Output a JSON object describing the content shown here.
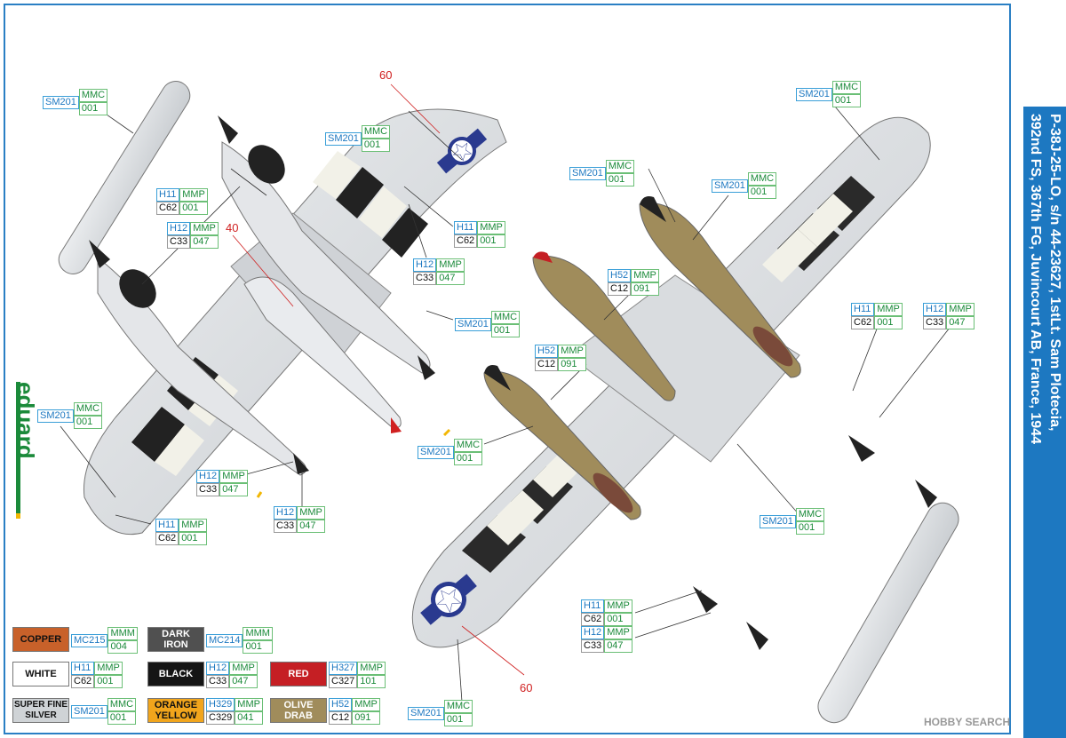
{
  "title": {
    "line1": "P-38J-25-LO, s/n 44-23627, 1stLt. Sam Plotecia,",
    "line2": "392nd FS, 367th FG, Juvincourt AB, France, 1944"
  },
  "brand": "eduard",
  "watermark": "HOBBY SEARCH",
  "callout_numbers": {
    "n40": "40",
    "n60a": "60",
    "n60b": "60"
  },
  "callouts": [
    {
      "id": "c1",
      "a": "SM201",
      "b": "MMC",
      "c": "001"
    },
    {
      "id": "c2",
      "a": "SM201",
      "b": "MMC",
      "c": "001"
    },
    {
      "id": "c3",
      "a": "H11",
      "b": "MMP",
      "c1": "C62",
      "c": "001"
    },
    {
      "id": "c4",
      "a": "H12",
      "b": "MMP",
      "c1": "C33",
      "c": "047"
    },
    {
      "id": "c5",
      "a": "H11",
      "b": "MMP",
      "c1": "C62",
      "c": "001"
    },
    {
      "id": "c6",
      "a": "H12",
      "b": "MMP",
      "c1": "C33",
      "c": "047"
    },
    {
      "id": "c7",
      "a": "SM201",
      "b": "MMC",
      "c": "001"
    },
    {
      "id": "c8",
      "a": "SM201",
      "b": "MMC",
      "c": "001"
    },
    {
      "id": "c9",
      "a": "H12",
      "b": "MMP",
      "c1": "C33",
      "c": "047"
    },
    {
      "id": "c10",
      "a": "H11",
      "b": "MMP",
      "c1": "C62",
      "c": "001"
    },
    {
      "id": "c11",
      "a": "H12",
      "b": "MMP",
      "c1": "C33",
      "c": "047"
    },
    {
      "id": "c12",
      "a": "SM201",
      "b": "MMC",
      "c": "001"
    },
    {
      "id": "c13",
      "a": "SM201",
      "b": "MMC",
      "c": "001"
    },
    {
      "id": "c14",
      "a": "SM201",
      "b": "MMC",
      "c": "001"
    },
    {
      "id": "c15",
      "a": "H52",
      "b": "MMP",
      "c1": "C12",
      "c": "091"
    },
    {
      "id": "c16",
      "a": "H52",
      "b": "MMP",
      "c1": "C12",
      "c": "091"
    },
    {
      "id": "c17",
      "a": "SM201",
      "b": "MMC",
      "c": "001"
    },
    {
      "id": "c18",
      "a": "H11",
      "b": "MMP",
      "c1": "C62",
      "c": "001"
    },
    {
      "id": "c19",
      "a": "H12",
      "b": "MMP",
      "c1": "C33",
      "c": "047"
    },
    {
      "id": "c20",
      "a": "SM201",
      "b": "MMC",
      "c": "001"
    },
    {
      "id": "c21",
      "a": "H11",
      "b": "MMP",
      "c1": "C62",
      "c": "001"
    },
    {
      "id": "c22",
      "a": "H12",
      "b": "MMP",
      "c1": "C33",
      "c": "047"
    },
    {
      "id": "c23",
      "a": "SM201",
      "b": "MMC",
      "c": "001"
    }
  ],
  "legend": [
    {
      "id": "copper",
      "label": "COPPER",
      "color": "#c8612a",
      "fg": "#111",
      "a": "MC215",
      "b": "MMM",
      "c": "004"
    },
    {
      "id": "darkiron",
      "label": "DARK IRON",
      "color": "#505050",
      "fg": "#fff",
      "a": "MC214",
      "b": "MMM",
      "c": "001"
    },
    {
      "id": "white",
      "label": "WHITE",
      "color": "#ffffff",
      "fg": "#111",
      "a": "H11",
      "b": "MMP",
      "c1": "C62",
      "c": "001"
    },
    {
      "id": "black",
      "label": "BLACK",
      "color": "#151515",
      "fg": "#fff",
      "a": "H12",
      "b": "MMP",
      "c1": "C33",
      "c": "047"
    },
    {
      "id": "red",
      "label": "RED",
      "color": "#c51f24",
      "fg": "#fff",
      "a": "H327",
      "b": "MMP",
      "c1": "C327",
      "c": "101"
    },
    {
      "id": "silver",
      "label": "SUPER FINE SILVER",
      "color": "#cfd3d6",
      "fg": "#111",
      "a": "SM201",
      "b": "MMC",
      "c": "001"
    },
    {
      "id": "orange",
      "label": "ORANGE YELLOW",
      "color": "#f1a51c",
      "fg": "#111",
      "a": "H329",
      "b": "MMP",
      "c1": "C329",
      "c": "041"
    },
    {
      "id": "olive",
      "label": "OLIVE DRAB",
      "color": "#a08c5b",
      "fg": "#fff",
      "a": "H52",
      "b": "MMP",
      "c1": "C12",
      "c": "091"
    }
  ]
}
